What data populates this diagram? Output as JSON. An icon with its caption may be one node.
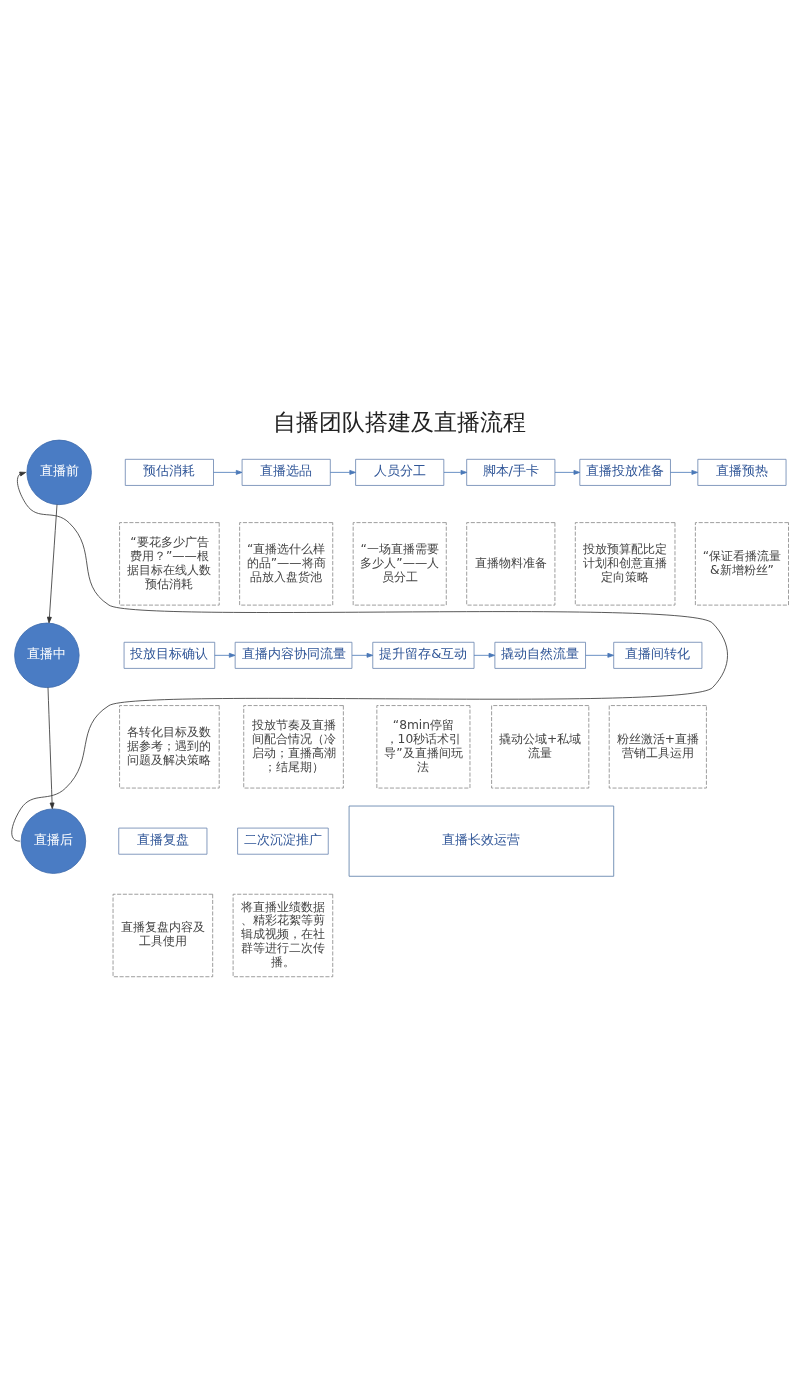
{
  "diagram": {
    "title": "自播团队搭建及直播流程",
    "nodes": [
      {
        "text": [
          "直播前"
        ]
      },
      {
        "text": [
          "直播中"
        ]
      },
      {
        "text": [
          "直播后"
        ]
      },
      {
        "text": [
          "预估消耗"
        ]
      },
      {
        "text": [
          "“要花多少广告费用？”——根据目标在线人数预估消耗"
        ]
      },
      {
        "text": [
          "直播选品"
        ]
      },
      {
        "text": [
          "“直播选什么样的品”——将商品放入盘货池"
        ]
      },
      {
        "text": [
          "人员分工"
        ]
      },
      {
        "text": [
          "“一场直播需要多少人”——人员分工"
        ]
      },
      {
        "text": [
          "脚本/手卡"
        ]
      },
      {
        "text": [
          "直播物料准备"
        ]
      },
      {
        "text": [
          "直播投放准备"
        ]
      },
      {
        "text": [
          "投放预算配比定计划和创意直播定向策略"
        ]
      },
      {
        "text": [
          "直播预热"
        ]
      },
      {
        "text": [
          "“保证看播流量&新增粉丝”"
        ]
      },
      {
        "text": [
          "投放目标确认"
        ]
      },
      {
        "text": [
          "各转化目标及数据参考；遇到的问题及解决策略"
        ]
      },
      {
        "text": [
          "直播内容协同流量"
        ]
      },
      {
        "text": [
          "投放节奏及直播间配合情况（冷启动；直播高潮；结尾期）"
        ]
      },
      {
        "text": [
          "提升留存&互动"
        ]
      },
      {
        "text": [
          "“8min停留，10秒话术引导”及直播间玩法"
        ]
      },
      {
        "text": [
          "撬动自然流量"
        ]
      },
      {
        "text": [
          "撬动公域+私域流量"
        ]
      },
      {
        "text": [
          "直播间转化"
        ]
      },
      {
        "text": [
          "粉丝激活+直播营销工具运用"
        ]
      },
      {
        "text": [
          "直播复盘"
        ]
      },
      {
        "text": [
          "直播复盘内容及工具使用"
        ]
      },
      {
        "text": [
          "二次沉淀推广"
        ]
      },
      {
        "text": [
          "将直播业绩数据、精彩花絮等剪辑成视频，在社群等进行二次传播。"
        ]
      },
      {
        "text": [
          "直播长效运营"
        ]
      }
    ],
    "edges": [
      {
        "from": 0,
        "to": 1,
        "arrow": "to",
        "color": "#333333"
      },
      {
        "from": 1,
        "to": 2,
        "arrow": "to",
        "color": "#333333"
      },
      {
        "from": 2,
        "to": 0,
        "arrow": "to",
        "color": "#333333"
      },
      {
        "from": 3,
        "to": 5,
        "arrow": "to",
        "color": "#4a78b8"
      },
      {
        "from": 5,
        "to": 7,
        "arrow": "to",
        "color": "#4a78b8"
      },
      {
        "from": 7,
        "to": 9,
        "arrow": "to",
        "color": "#4a78b8"
      },
      {
        "from": 9,
        "to": 11,
        "arrow": "to",
        "color": "#4a78b8"
      },
      {
        "from": 11,
        "to": 13,
        "arrow": "to",
        "color": "#4a78b8"
      },
      {
        "from": 15,
        "to": 17,
        "arrow": "to",
        "color": "#4a78b8"
      },
      {
        "from": 17,
        "to": 19,
        "arrow": "to",
        "color": "#4a78b8"
      },
      {
        "from": 19,
        "to": 21,
        "arrow": "to",
        "color": "#4a78b8"
      },
      {
        "from": 21,
        "to": 23,
        "arrow": "to",
        "color": "#4a78b8"
      }
    ]
  }
}
